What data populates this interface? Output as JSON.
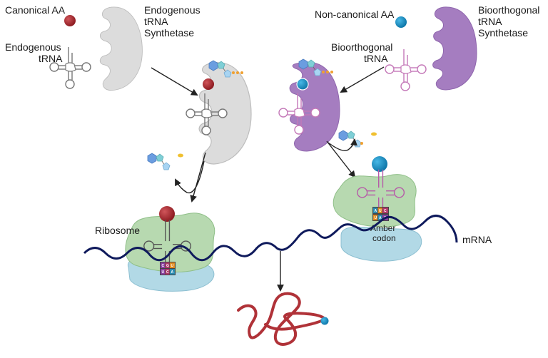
{
  "labels": {
    "canonical_aa": "Canonical AA",
    "endogenous_synthetase": [
      "Endogenous",
      "tRNA",
      "Synthetase"
    ],
    "endogenous_trna": [
      "Endogenous",
      "tRNA"
    ],
    "noncanonical_aa": "Non-canonical AA",
    "bioorthogonal_synthetase": [
      "Bioorthogonal",
      "tRNA",
      "Synthetase"
    ],
    "bioorthogonal_trna": [
      "Bioorthogonal",
      "tRNA"
    ],
    "ribosome": "Ribosome",
    "amber_codon": [
      "Amber",
      "codon"
    ],
    "mrna": "mRNA"
  },
  "codons": {
    "left_anticodon": [
      "C",
      "G",
      "U"
    ],
    "left_codon": [
      "U",
      "C",
      "A"
    ],
    "right_anticodon": [
      "A",
      "U",
      "C"
    ],
    "right_codon": [
      "U",
      "A",
      "G"
    ]
  },
  "colors": {
    "canonical_aa": "#a32a2e",
    "noncanonical_aa": "#1e94c8",
    "endogenous_synthetase": "#dcdcdc",
    "bioorthogonal_synthetase": "#a57dc0",
    "ribosome_large": "#b7d9b0",
    "ribosome_small": "#b2d9e6",
    "mrna": "#0f1a5c",
    "protein": "#b03238",
    "atp_phosphate": "#f0a030",
    "sugar_dark": "#6b9de0",
    "sugar_teal": "#7fcfd6",
    "sugar_light": "#a8d4f2"
  }
}
